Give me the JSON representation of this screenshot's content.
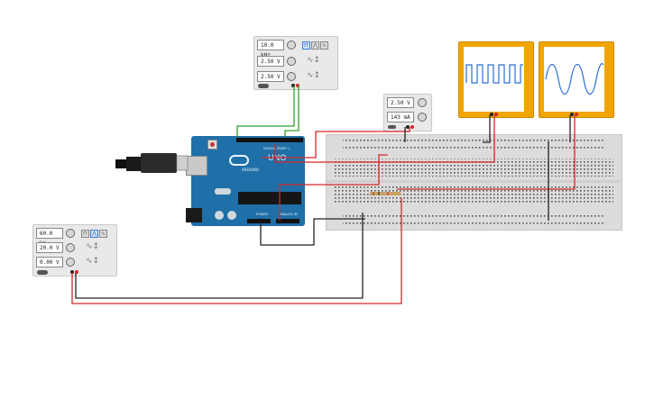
{
  "gen_top": {
    "freq": "10.0 kHz",
    "amp": "2.50 V",
    "offset": "2.50 V"
  },
  "gen_bottom": {
    "freq": "60.0 Hz",
    "amp": "20.0 V",
    "offset": "0.00 V"
  },
  "meter": {
    "voltage": "2.50 V",
    "current": "143 mA"
  },
  "arduino": {
    "brand": "ARDUINO",
    "model": "UNO",
    "digital_label": "DIGITAL (PWM~)",
    "power_label": "POWER",
    "analog_label": "ANALOG IN"
  },
  "scope_left": {
    "waveform": "square"
  },
  "scope_right": {
    "waveform": "sine"
  },
  "colors": {
    "wire_red": "#d62728",
    "wire_black": "#222222",
    "wire_green": "#2ca02c",
    "scope_body": "#f0a500",
    "arduino_board": "#1f6fa8"
  },
  "icons": [
    "square-wave-icon",
    "triangle-wave-icon",
    "sine-wave-icon",
    "power-toggle-icon"
  ]
}
